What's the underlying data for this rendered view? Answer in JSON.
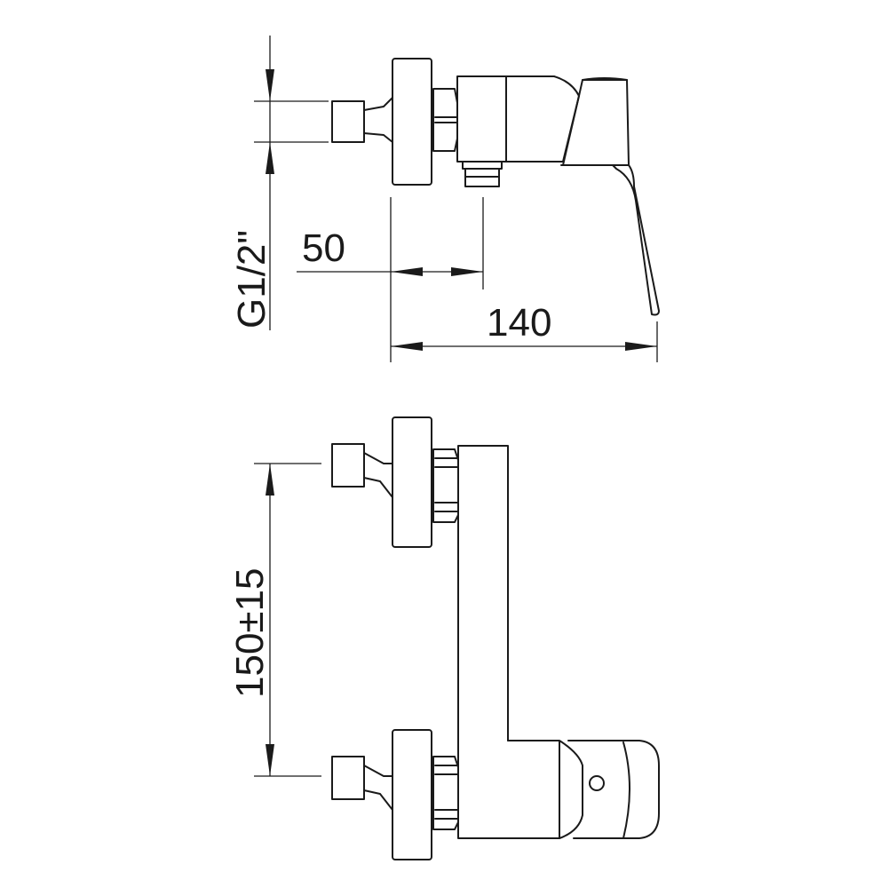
{
  "drawing": {
    "type": "technical drawing",
    "views": [
      "side-view",
      "front-view"
    ]
  },
  "dimensions": {
    "thread": "G1/2\"",
    "offset": "50",
    "depth": "140",
    "centers": "150±15"
  }
}
